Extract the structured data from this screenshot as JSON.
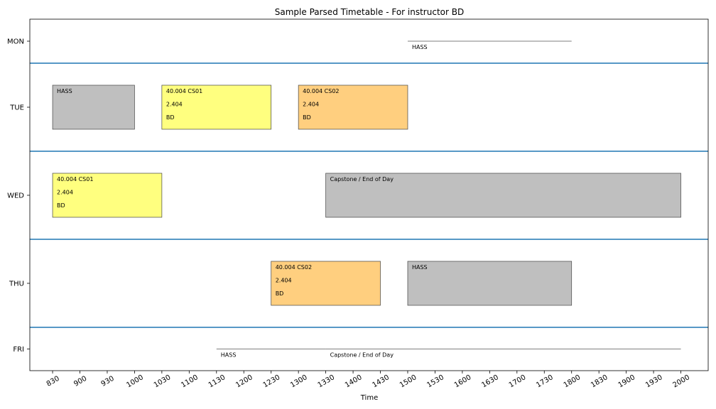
{
  "chart_data": {
    "type": "timeline",
    "title": "Sample Parsed Timetable - For instructor BD",
    "xlabel": "Time",
    "ylabel": "",
    "x_ticks": [
      "830",
      "900",
      "930",
      "1000",
      "1030",
      "1100",
      "1130",
      "1200",
      "1230",
      "1300",
      "1330",
      "1400",
      "1430",
      "1500",
      "1530",
      "1600",
      "1630",
      "1700",
      "1730",
      "1800",
      "1830",
      "1900",
      "1930",
      "2000"
    ],
    "xlim": [
      "0805",
      "2030"
    ],
    "days": [
      "MON",
      "TUE",
      "WED",
      "THU",
      "FRI"
    ],
    "events": [
      {
        "day": "MON",
        "start": "1500",
        "end": "1800",
        "lines": [
          "HASS"
        ],
        "style": "line"
      },
      {
        "day": "TUE",
        "start": "0830",
        "end": "1000",
        "lines": [
          "HASS"
        ],
        "style": "box",
        "color": "#bfbfbf"
      },
      {
        "day": "TUE",
        "start": "1030",
        "end": "1230",
        "lines": [
          "40.004 CS01",
          "2.404",
          "BD"
        ],
        "style": "box",
        "color": "#ffff7f"
      },
      {
        "day": "TUE",
        "start": "1300",
        "end": "1500",
        "lines": [
          "40.004 CS02",
          "2.404",
          "BD"
        ],
        "style": "box",
        "color": "#ffcf7f"
      },
      {
        "day": "WED",
        "start": "0830",
        "end": "1030",
        "lines": [
          "40.004 CS01",
          "2.404",
          "BD"
        ],
        "style": "box",
        "color": "#ffff7f"
      },
      {
        "day": "WED",
        "start": "1330",
        "end": "2000",
        "lines": [
          "Capstone / End of Day"
        ],
        "style": "box",
        "color": "#bfbfbf"
      },
      {
        "day": "THU",
        "start": "1230",
        "end": "1430",
        "lines": [
          "40.004 CS02",
          "2.404",
          "BD"
        ],
        "style": "box",
        "color": "#ffcf7f"
      },
      {
        "day": "THU",
        "start": "1500",
        "end": "1800",
        "lines": [
          "HASS"
        ],
        "style": "box",
        "color": "#bfbfbf"
      },
      {
        "day": "FRI",
        "start": "1130",
        "end": "1330",
        "lines": [
          "HASS"
        ],
        "style": "line"
      },
      {
        "day": "FRI",
        "start": "1330",
        "end": "2000",
        "lines": [
          "Capstone / End of Day"
        ],
        "style": "line"
      }
    ],
    "separator_color": "#1f77b4"
  }
}
